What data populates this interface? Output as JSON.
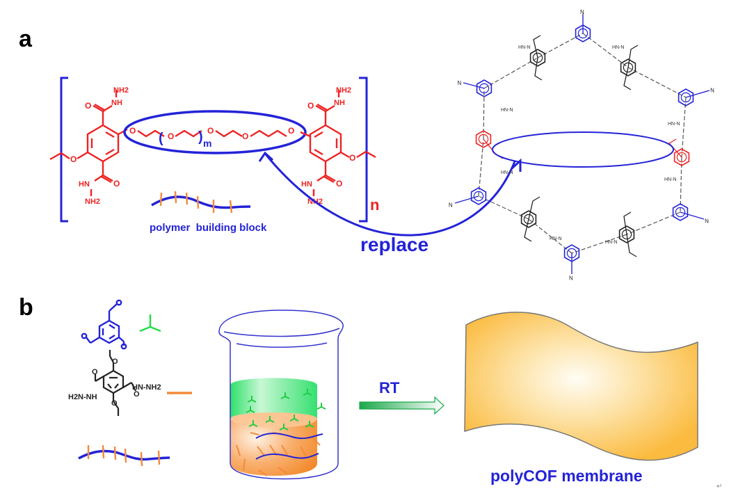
{
  "panels": {
    "a": {
      "label": "a"
    },
    "b": {
      "label": "b"
    }
  },
  "panel_a": {
    "repeat_subscript": "n",
    "ether_subscript": "m",
    "hydrazide_top": [
      "NH2",
      "NH"
    ],
    "hydrazide_bottom": [
      "HN",
      "NH2"
    ],
    "carbonyl_o": "O",
    "ether_o": "O",
    "polymer_caption": "polymer  building block",
    "replace_label": "replace",
    "cof_terminal": "N",
    "cof_hydrazone": "HN-N"
  },
  "panel_b": {
    "monomer_hydrazide_left": "H2N-NH",
    "monomer_hydrazide_right": "HN-NH2",
    "condition_label": "RT",
    "product_label": "polyCOF membrane"
  },
  "colors": {
    "blue": "#2323d8",
    "red": "#ee2222",
    "black": "#222222",
    "orange": "#f48a3a",
    "green": "#22dd44",
    "membrane": "#fbbf48"
  },
  "footer": {
    "return_mark": "↵"
  }
}
